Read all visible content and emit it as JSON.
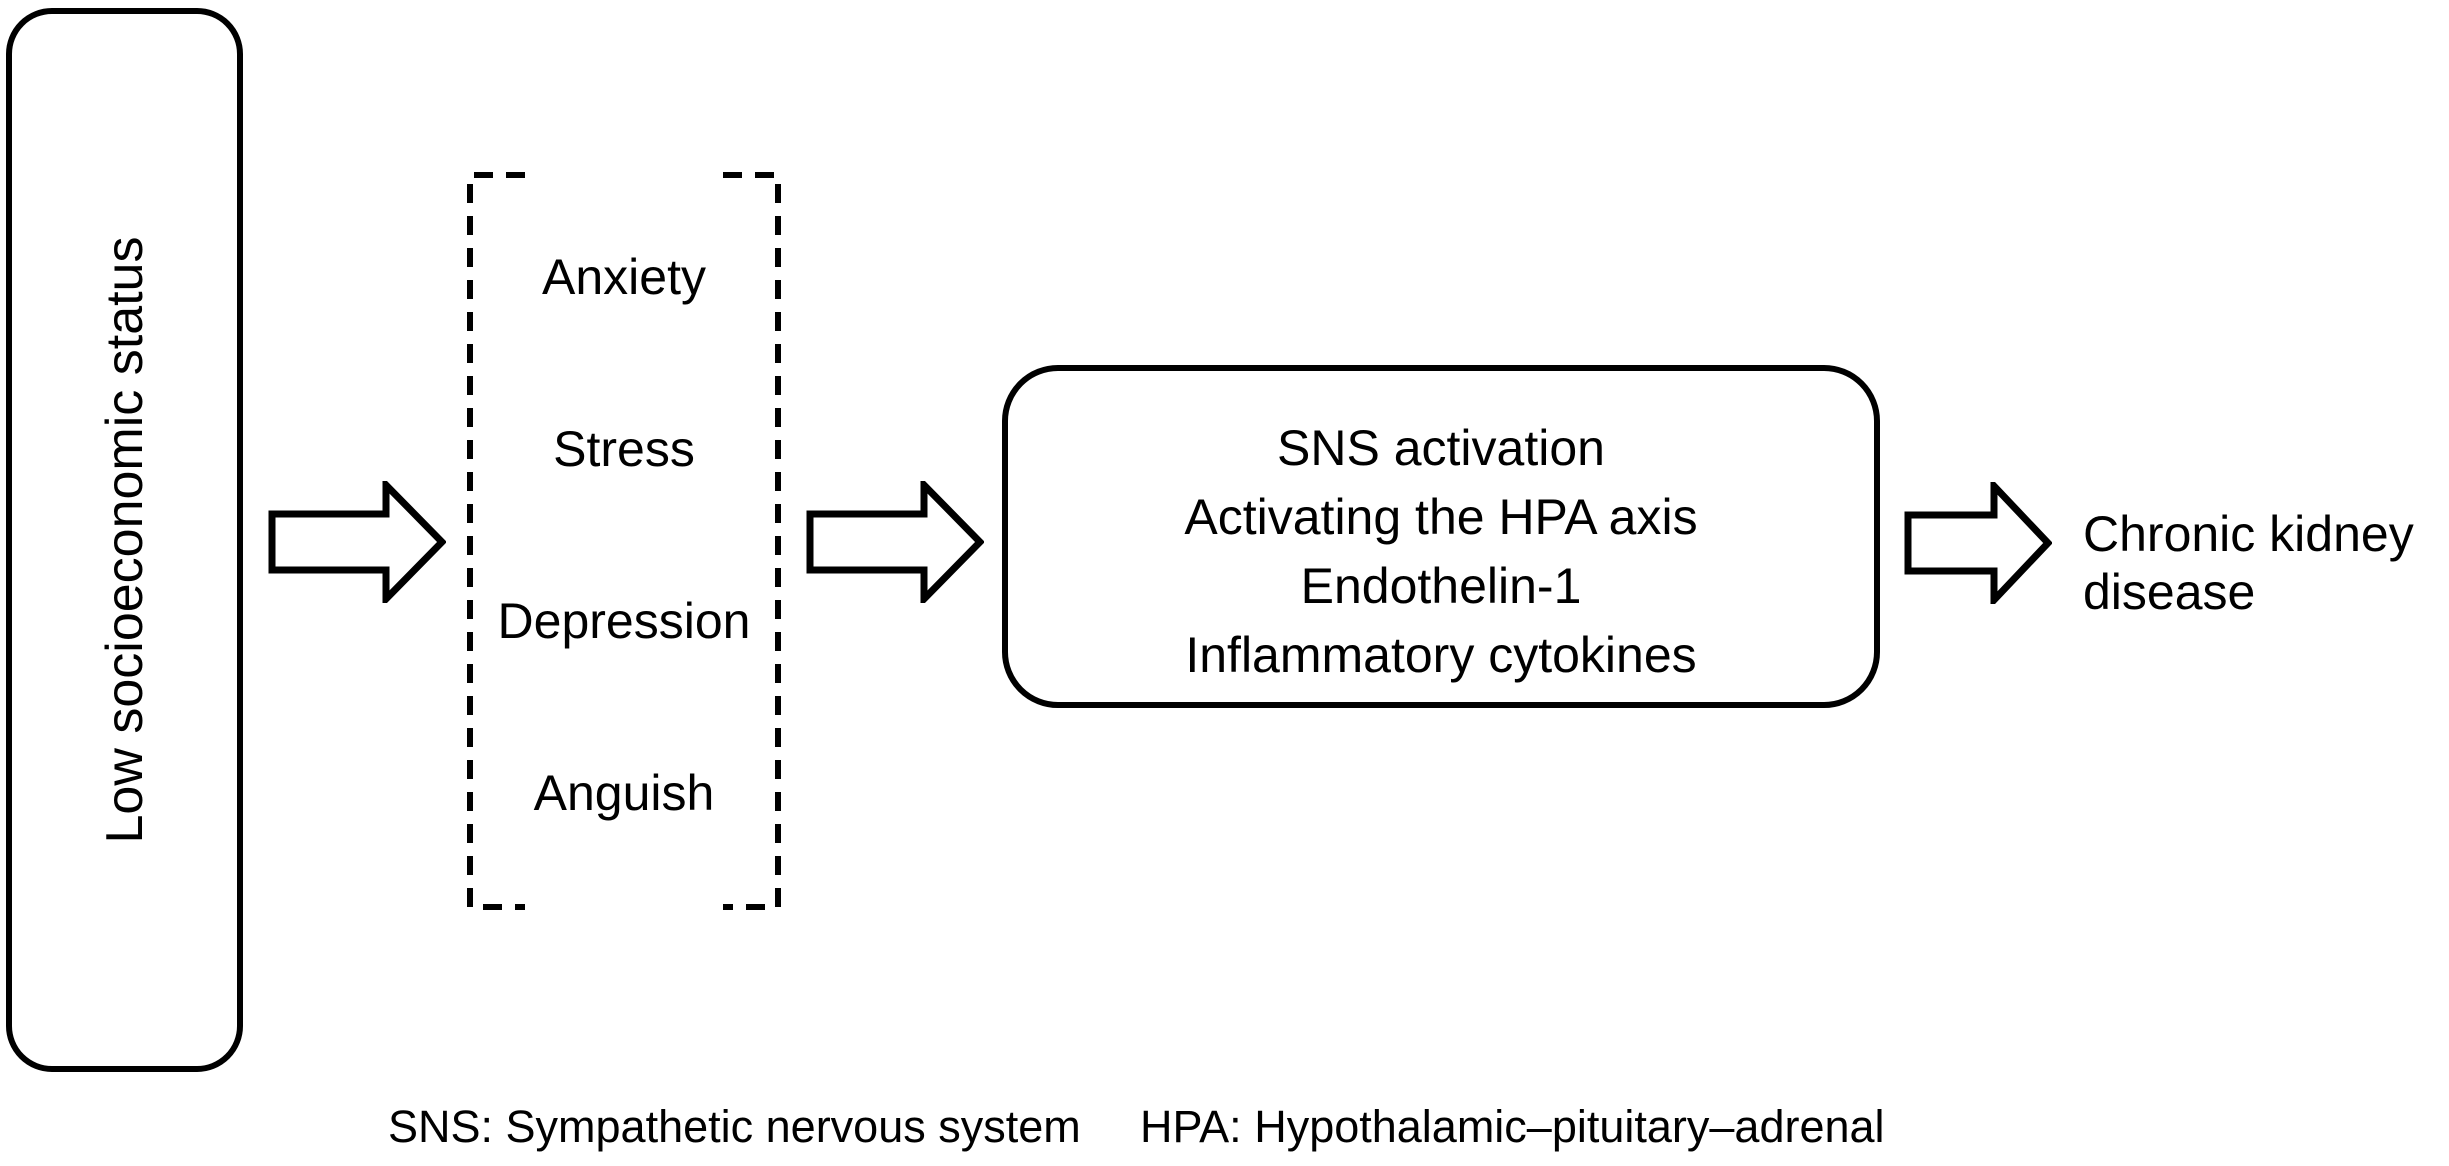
{
  "figure": {
    "source": {
      "label": "Low socioeconomic status"
    },
    "mediators": [
      "Anxiety",
      "Stress",
      "Depression",
      "Anguish"
    ],
    "mechanisms": [
      "SNS activation",
      "Activating the HPA axis",
      "Endothelin-1",
      "Inflammatory cytokines"
    ],
    "outcome": {
      "label": "Chronic kidney disease"
    },
    "legend": {
      "sns": "SNS: Sympathetic nervous system",
      "hpa": "HPA: Hypothalamic–pituitary–adrenal"
    },
    "colors": {
      "stroke": "#000000",
      "background": "#ffffff",
      "text": "#000000"
    }
  }
}
